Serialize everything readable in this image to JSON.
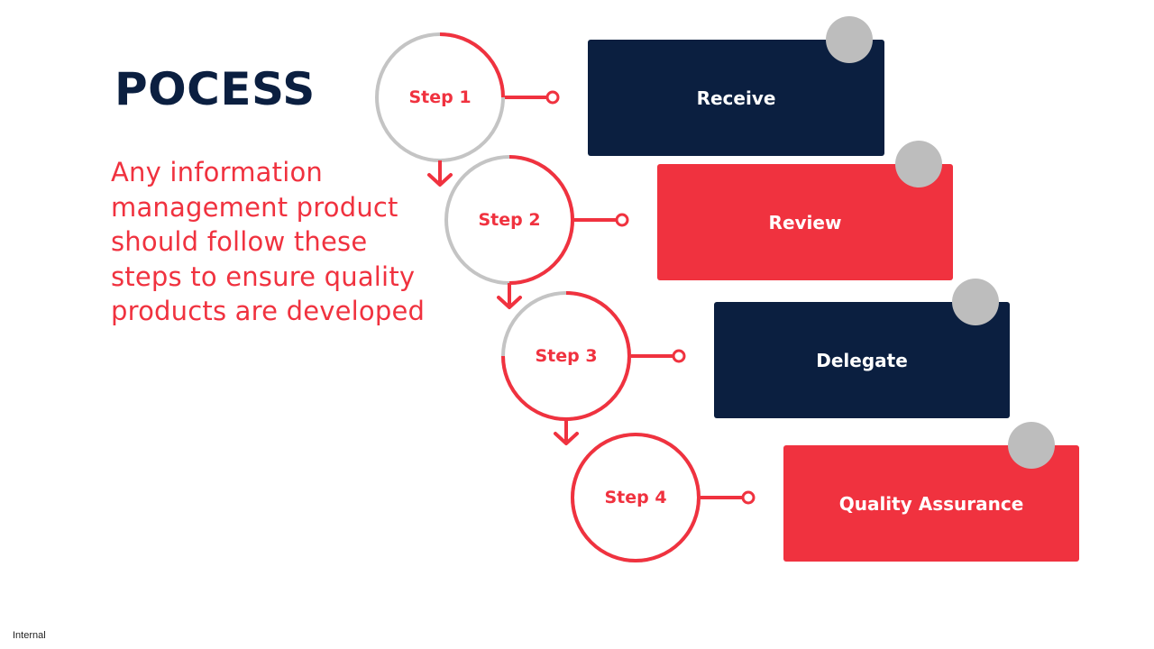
{
  "title": "POCESS",
  "description": "Any information management product should follow these steps to ensure quality products are developed",
  "footer": "Internal",
  "colors": {
    "navy": "#0b1f40",
    "red": "#f0323f",
    "gray": "#c4c4c4",
    "dot": "#bdbdbd"
  },
  "steps": [
    {
      "label": "Step 1",
      "box": "Receive",
      "box_color": "navy",
      "progress": 0.25
    },
    {
      "label": "Step 2",
      "box": "Review",
      "box_color": "red",
      "progress": 0.5
    },
    {
      "label": "Step 3",
      "box": "Delegate",
      "box_color": "navy",
      "progress": 0.75
    },
    {
      "label": "Step 4",
      "box": "Quality Assurance",
      "box_color": "red",
      "progress": 1.0
    }
  ]
}
